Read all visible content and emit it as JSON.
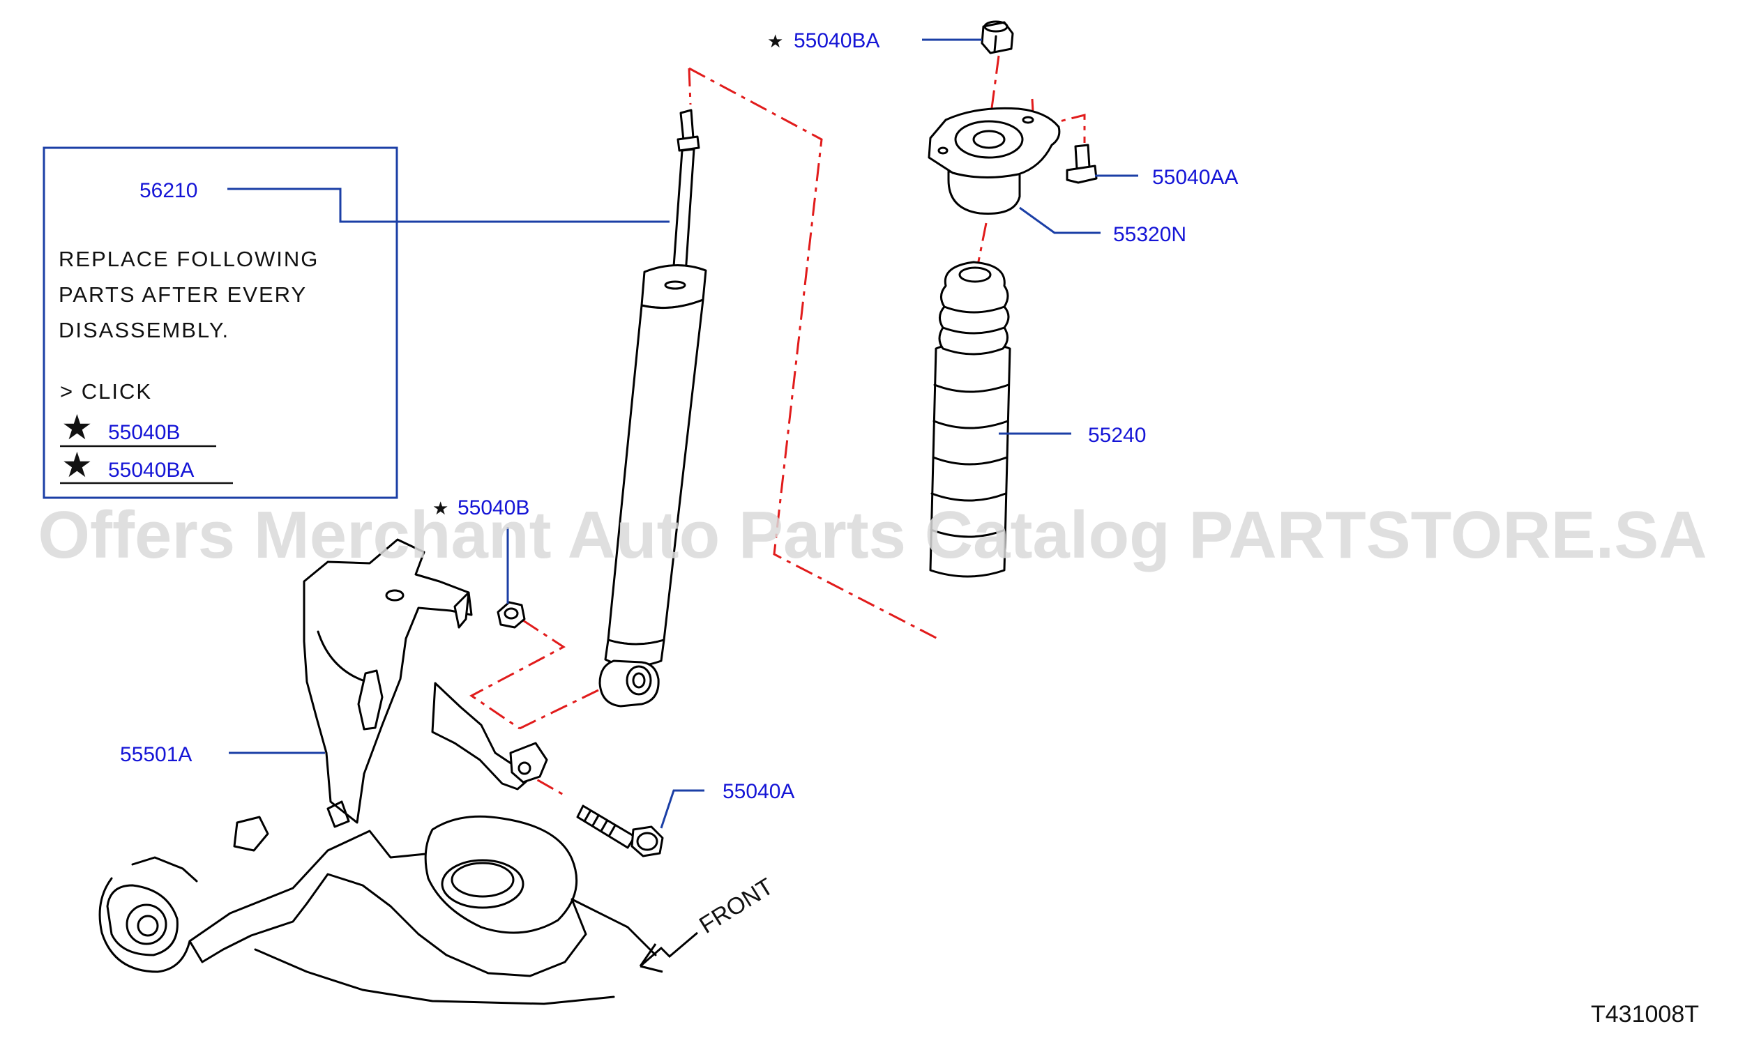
{
  "watermark": "Offers Merchant Auto Parts Catalog PARTSTORE.SA",
  "diagram_code": "T431008T",
  "front_label": "FRONT",
  "note": {
    "line1": "REPLACE  FOLLOWING",
    "line2": "PARTS  AFTER  EVERY",
    "line3": "DISASSEMBLY.",
    "click": ">  CLICK",
    "items": [
      {
        "star": "★",
        "part": "55040B"
      },
      {
        "star": "★",
        "part": "55040BA"
      }
    ]
  },
  "callouts": {
    "p56210": "56210",
    "p55040BA": "55040BA",
    "p55040AA": "55040AA",
    "p55320N": "55320N",
    "p55240": "55240",
    "p55040B": "55040B",
    "p55501A": "55501A",
    "p55040A": "55040A"
  },
  "star_symbol": "★",
  "colors": {
    "label_blue": "#1414d6",
    "leader_blue": "#1b3fa6",
    "assembly_red": "#e11b1b"
  }
}
